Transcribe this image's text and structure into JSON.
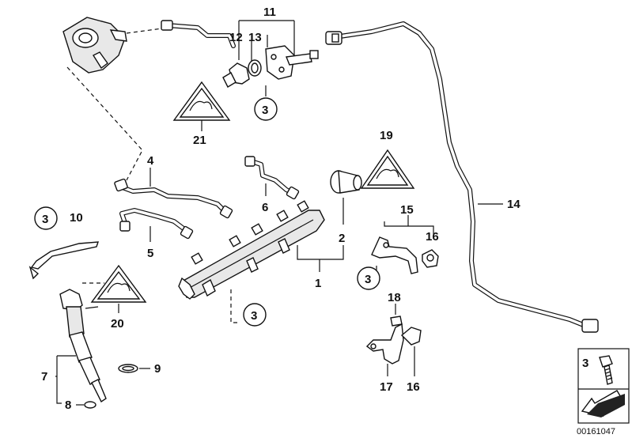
{
  "labels": {
    "l1": "1",
    "l2": "2",
    "l3a": "3",
    "l3b": "3",
    "l3c": "3",
    "l3d": "3",
    "l3e": "3",
    "l4": "4",
    "l5": "5",
    "l6": "6",
    "l7": "7",
    "l8": "8",
    "l9": "9",
    "l10": "10",
    "l11": "11",
    "l12": "12",
    "l13": "13",
    "l14": "14",
    "l15": "15",
    "l16a": "16",
    "l16b": "16",
    "l17": "17",
    "l18": "18",
    "l19": "19",
    "l20": "20",
    "l21": "21"
  },
  "document_number": "00161047",
  "icons": [
    "warning-triangle-icon",
    "arrow-icon",
    "screw-icon"
  ]
}
